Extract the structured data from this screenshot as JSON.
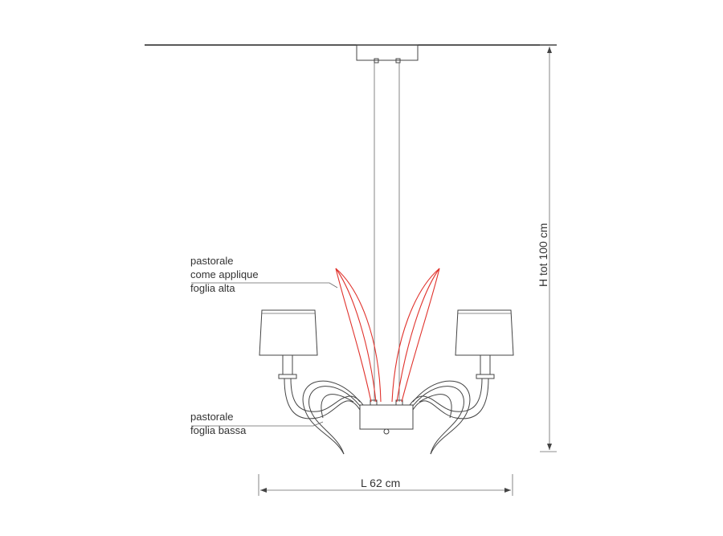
{
  "labels": {
    "top_leaf": [
      "pastorale",
      "come  applique",
      "foglia alta"
    ],
    "bottom_leaf": [
      "pastorale",
      "foglia bassa"
    ]
  },
  "dimensions": {
    "width": "L 62 cm",
    "height": "H tot 100 cm"
  },
  "colors": {
    "line": "#444444",
    "accent": "#e0322c"
  }
}
